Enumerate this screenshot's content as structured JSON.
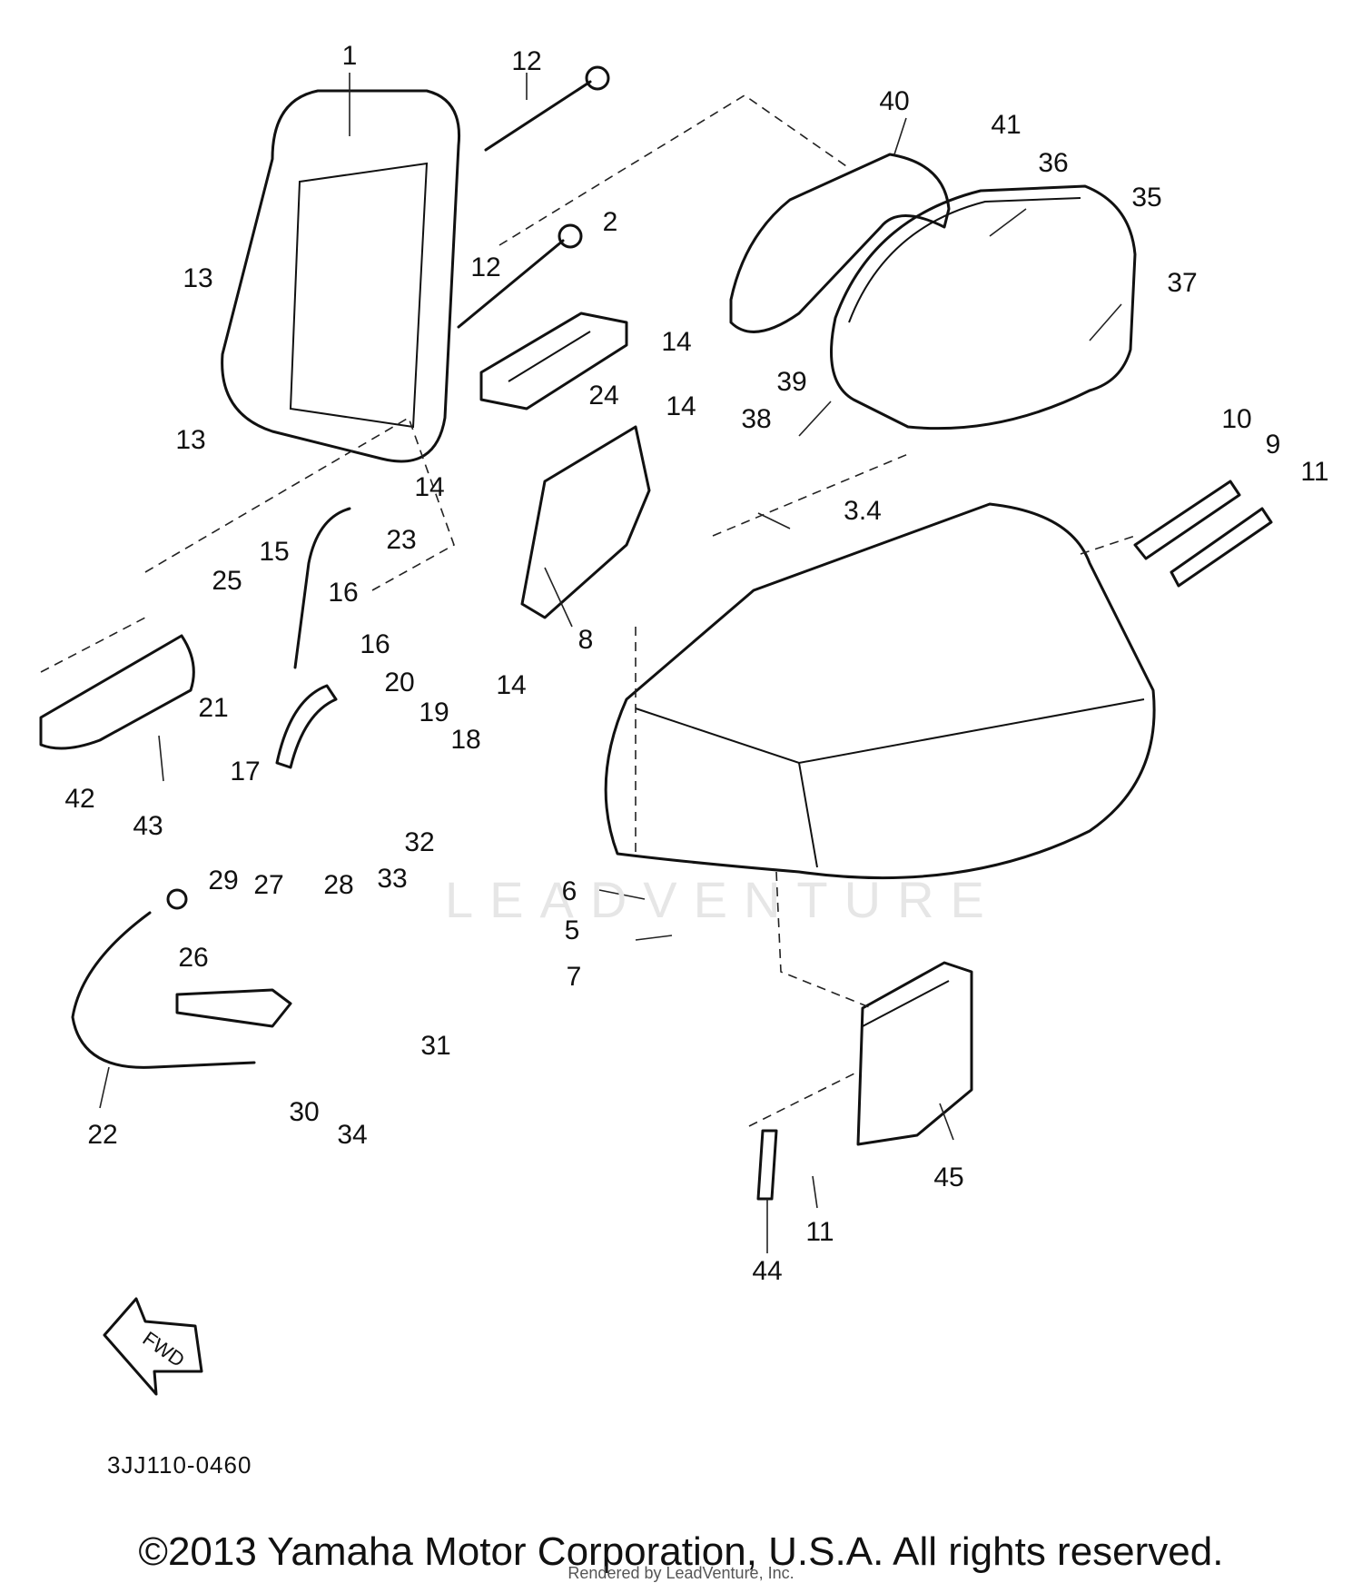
{
  "diagram": {
    "drawing_code": "3JJ110-0460",
    "direction_badge": "FWD",
    "watermark": "LEADVENTURE",
    "copyright": "©2013 Yamaha Motor Corporation, U.S.A. All rights reserved.",
    "rendered_by": "Rendered by LeadVenture, Inc.",
    "callouts": [
      "1",
      "12",
      "12",
      "2",
      "14",
      "14",
      "14",
      "14",
      "13",
      "13",
      "40",
      "41",
      "36",
      "35",
      "37",
      "39",
      "38",
      "24",
      "10",
      "9",
      "11",
      "3.4",
      "23",
      "15",
      "16",
      "16",
      "25",
      "8",
      "21",
      "20",
      "19",
      "18",
      "42",
      "43",
      "17",
      "32",
      "29",
      "27",
      "28",
      "33",
      "6",
      "5",
      "7",
      "26",
      "31",
      "30",
      "34",
      "22",
      "45",
      "11",
      "44"
    ]
  }
}
